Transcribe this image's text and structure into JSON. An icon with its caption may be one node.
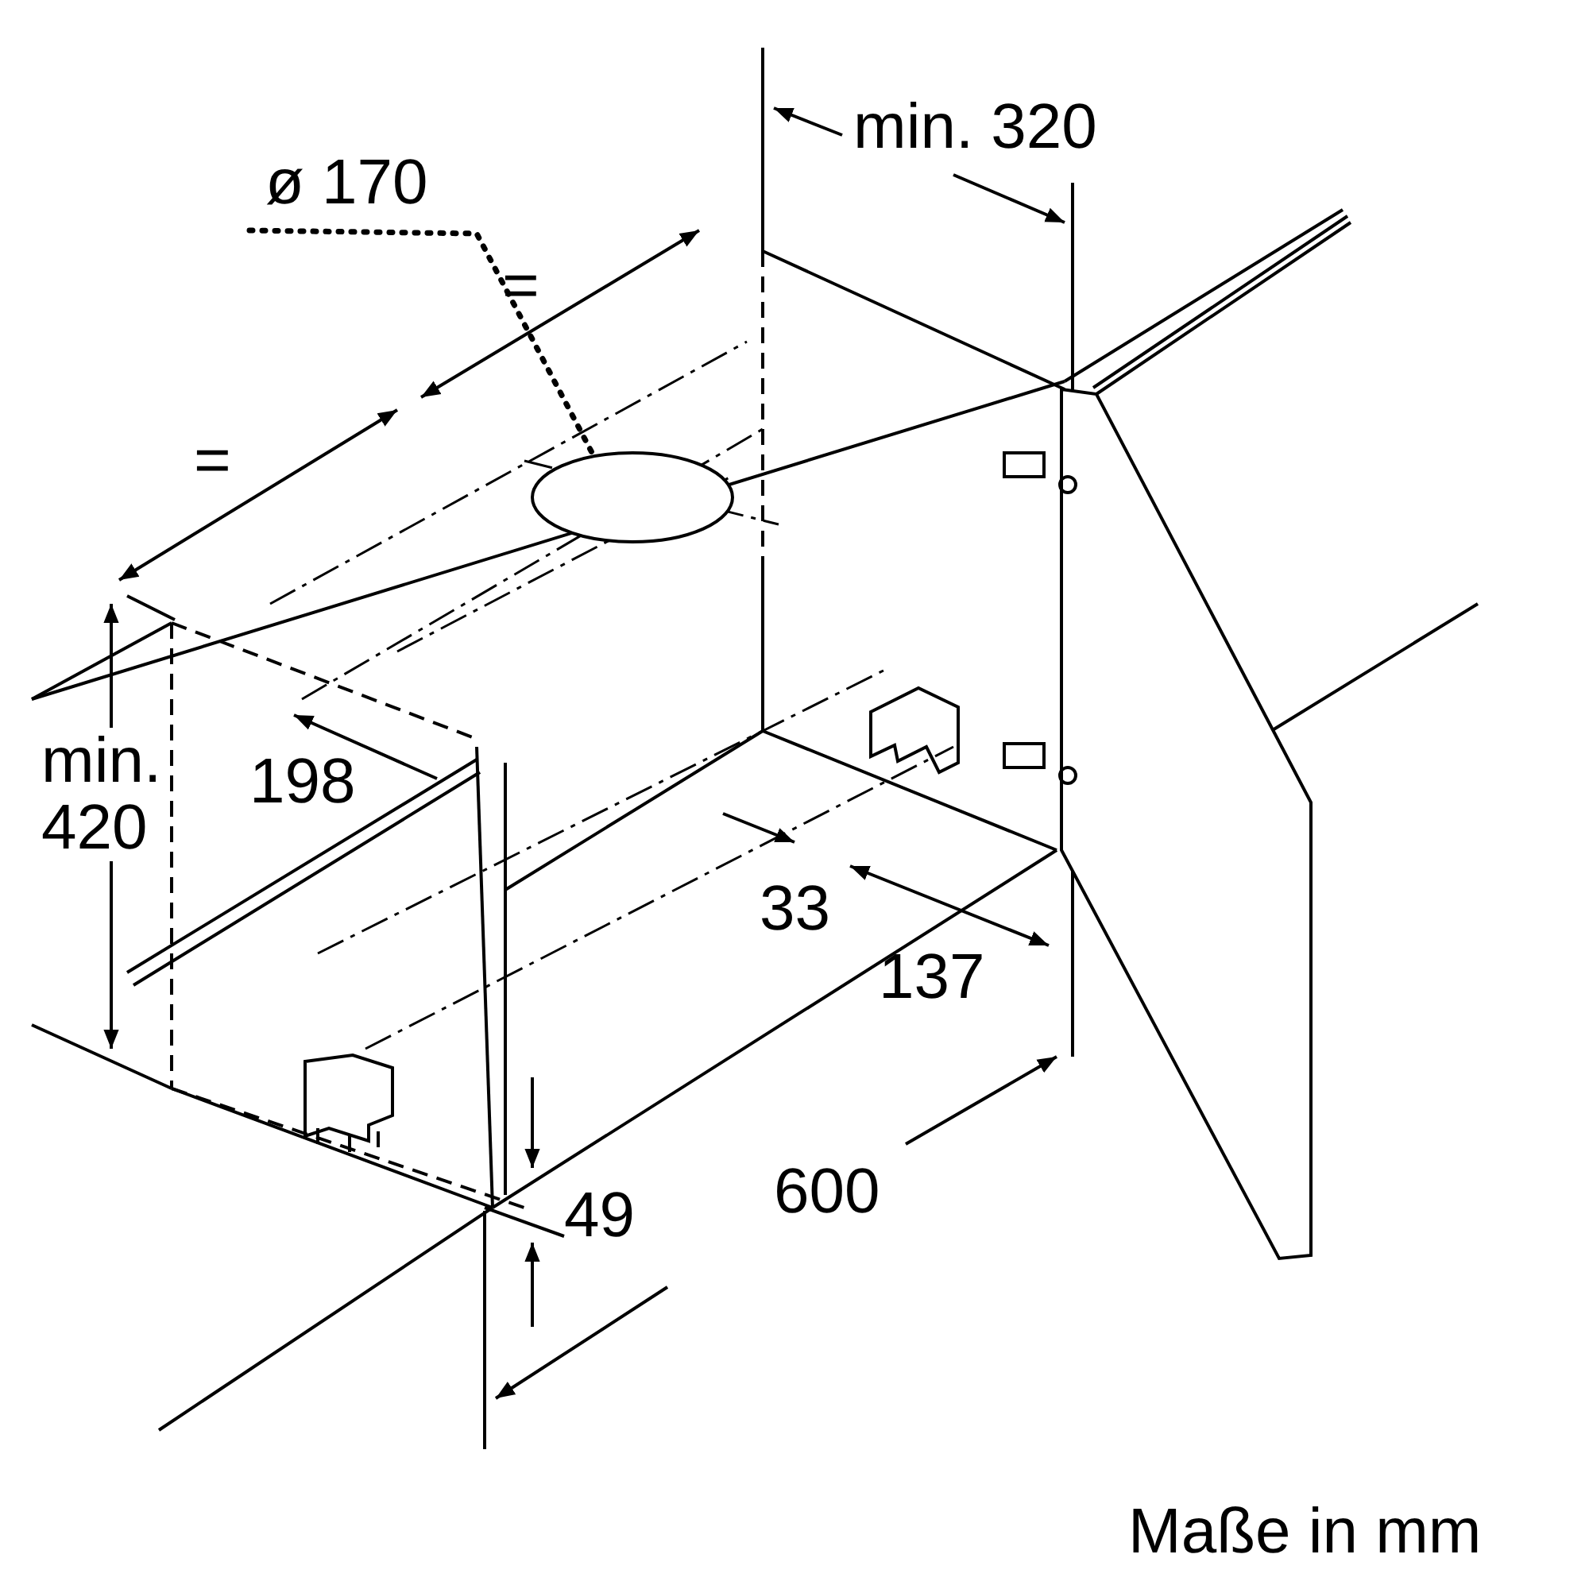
{
  "diagram": {
    "nodes": [
      {
        "text": [
          "ø 170"
        ]
      },
      {
        "text": [],
        "shape": "circle"
      }
    ],
    "edges": [
      {
        "from": 0,
        "to": 1,
        "arrow": "none",
        "style": "dashed"
      }
    ],
    "labels": [
      "min. 320",
      "=",
      "=",
      "min. 420",
      "198",
      "33",
      "137",
      "49",
      "600",
      "Maße in mm"
    ]
  }
}
